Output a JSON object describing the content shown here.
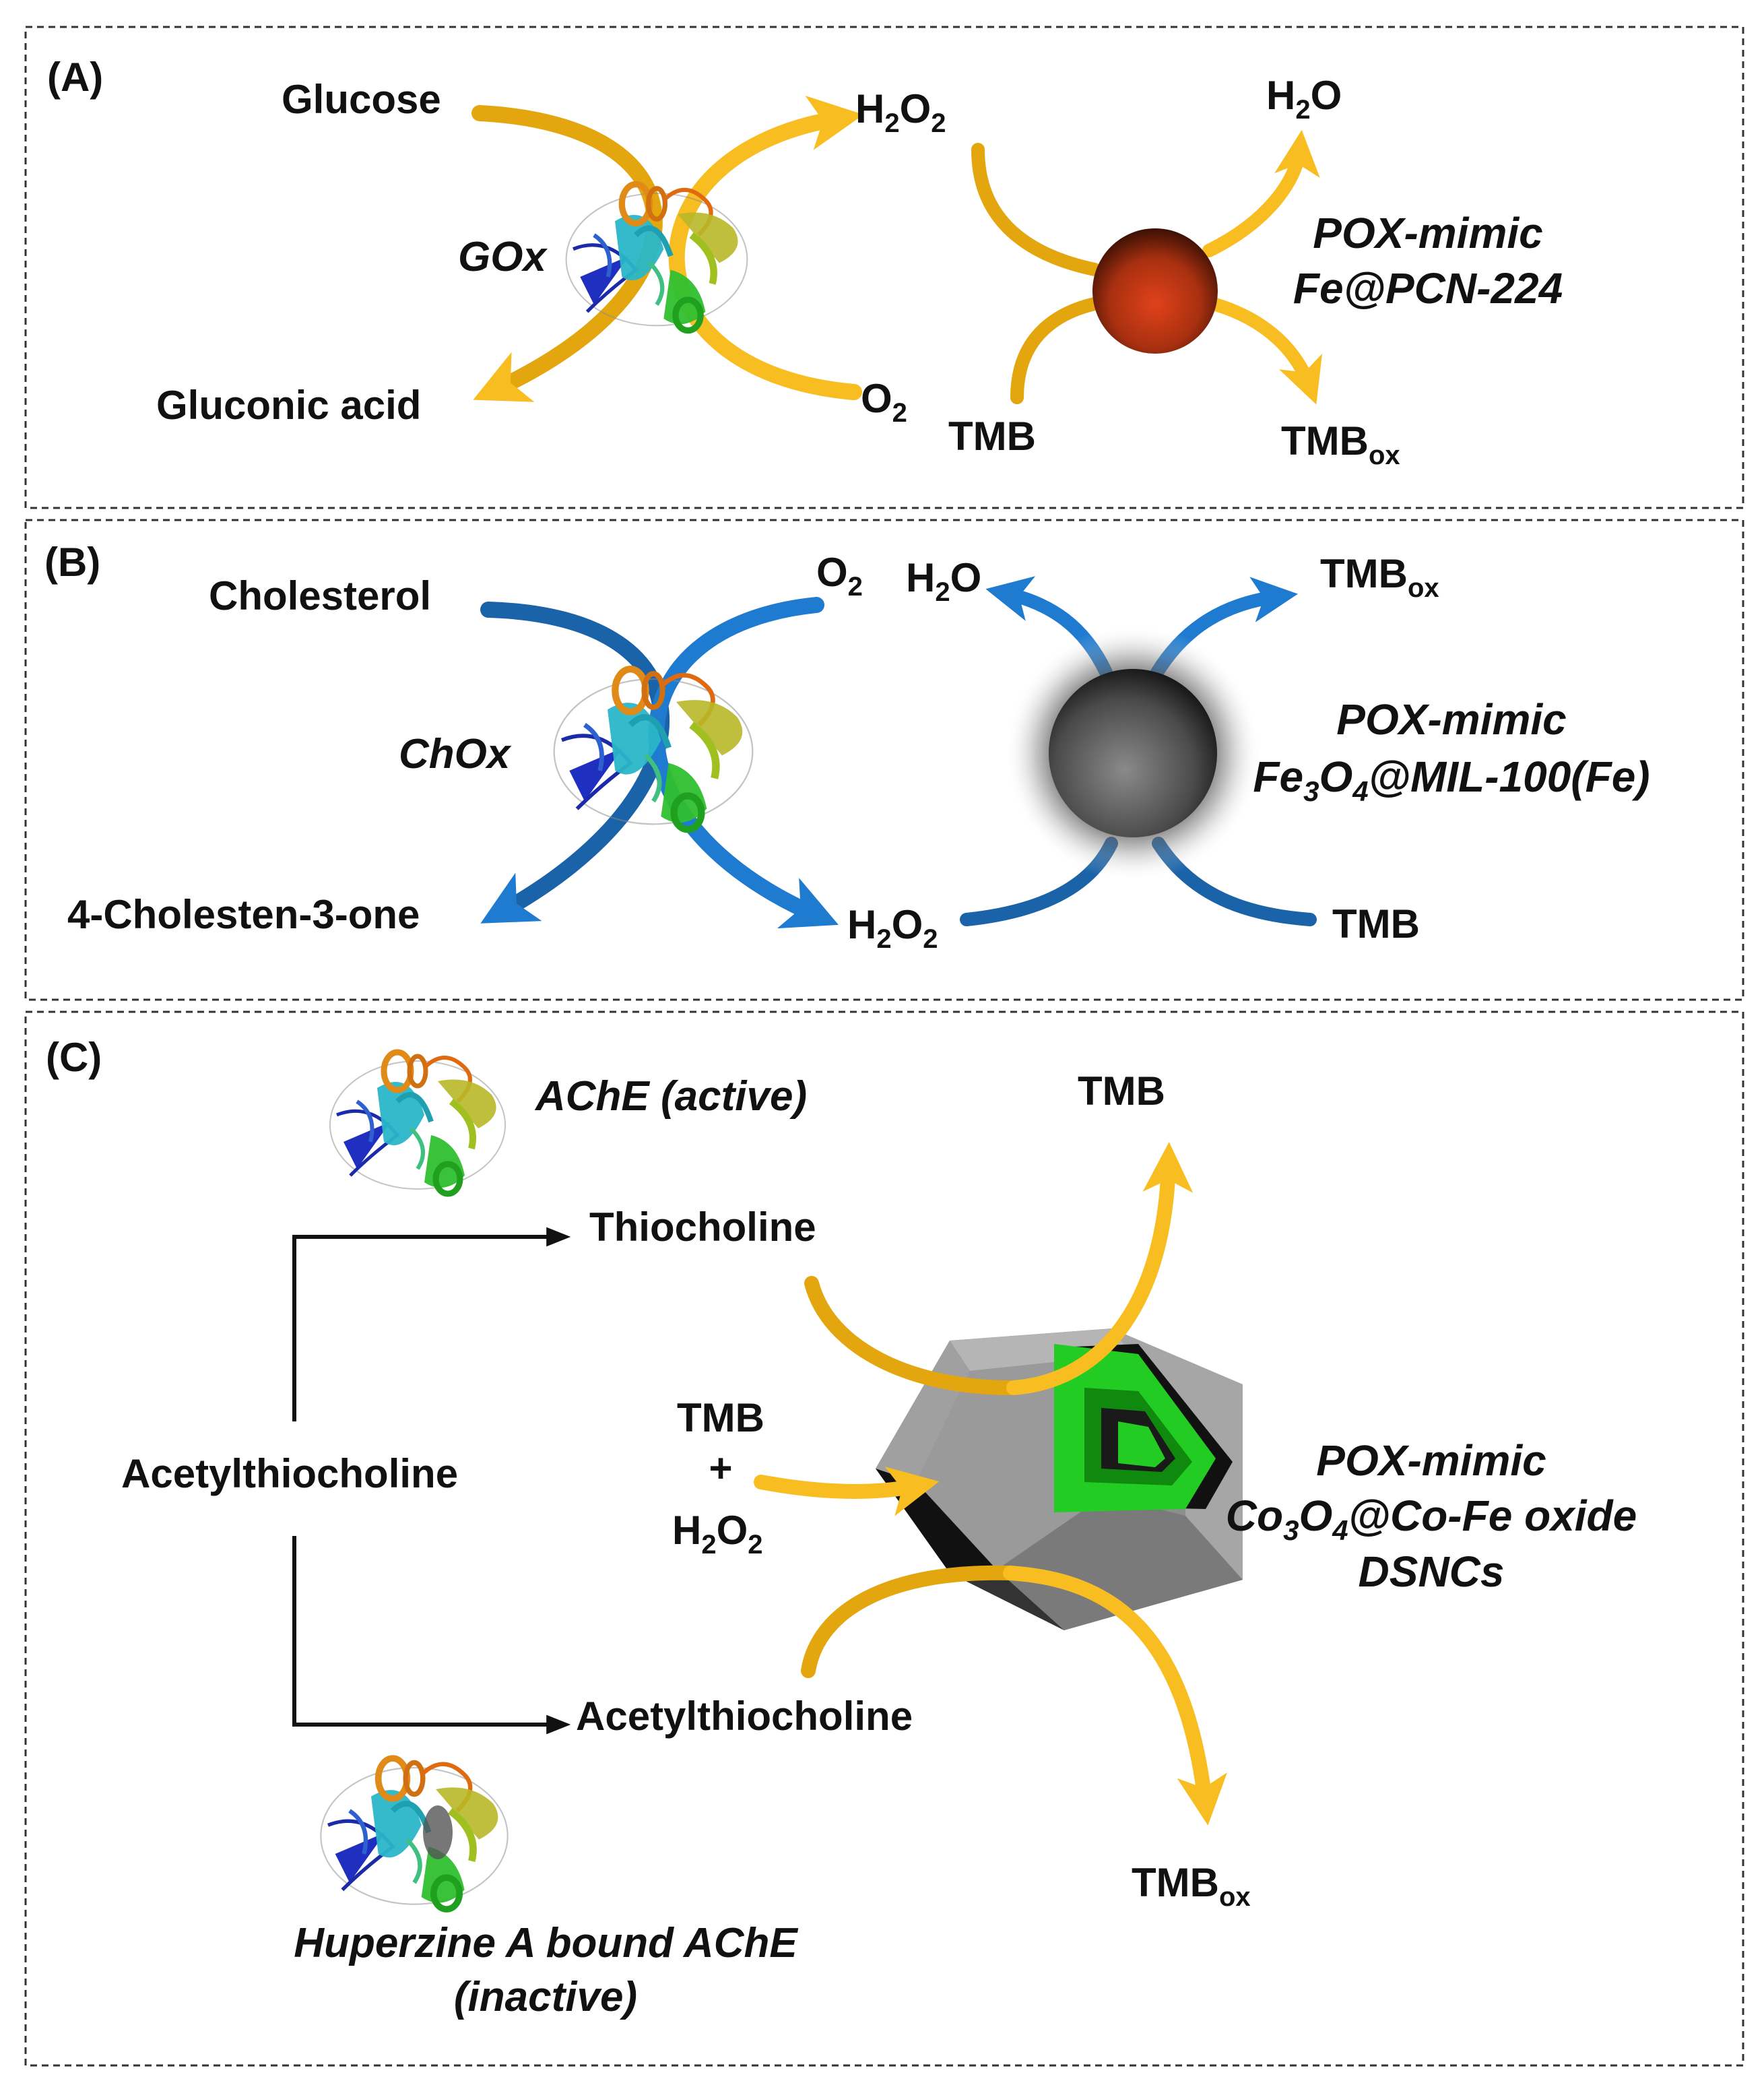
{
  "colors": {
    "gold": "#e3a60e",
    "gold_light": "#f8bd20",
    "blue": "#1a63a8",
    "blue_light": "#1f7bd0",
    "text": "#111111",
    "border": "#333333",
    "green": "#22cc22"
  },
  "panel_a": {
    "label": "(A)",
    "glucose": "Glucose",
    "gluconic_acid": "Gluconic acid",
    "enzyme": "GOx",
    "h2o2": {
      "main": "H",
      "sub1": "2",
      "mid": "O",
      "sub2": "2"
    },
    "o2": {
      "main": "O",
      "sub": "2"
    },
    "h2o": {
      "main": "H",
      "sub": "2",
      "end": "O"
    },
    "tmb": "TMB",
    "tmbox": {
      "main": "TMB",
      "sub": "ox"
    },
    "mimic_line1": "POX-mimic",
    "mimic_line2": "Fe@PCN-224"
  },
  "panel_b": {
    "label": "(B)",
    "cholesterol": "Cholesterol",
    "product": "4-Cholesten-3-one",
    "enzyme": "ChOx",
    "o2": {
      "main": "O",
      "sub": "2"
    },
    "h2o": {
      "main": "H",
      "sub": "2",
      "end": "O"
    },
    "h2o2": {
      "main": "H",
      "sub1": "2",
      "mid": "O",
      "sub2": "2"
    },
    "tmbox": {
      "main": "TMB",
      "sub": "ox"
    },
    "tmb": "TMB",
    "mimic_line1": "POX-mimic",
    "mimic_line2": {
      "a": "Fe",
      "s1": "3",
      "b": "O",
      "s2": "4",
      "c": "@MIL-100(Fe)"
    }
  },
  "panel_c": {
    "label": "(C)",
    "ache_active": "AChE (active)",
    "thiocholine": "Thiocholine",
    "substrate": "Acetylthiocholine",
    "product_inactive": "Acetylthiocholine",
    "tmb_top": "TMB",
    "tmb_h2o2": {
      "tmb": "TMB",
      "plus": "+",
      "h": "H",
      "s1": "2",
      "o": "O",
      "s2": "2"
    },
    "tmbox": {
      "main": "TMB",
      "sub": "ox"
    },
    "mimic_line1": "POX-mimic",
    "mimic_line2": {
      "a": "Co",
      "s1": "3",
      "b": "O",
      "s2": "4",
      "c": "@Co-Fe oxide"
    },
    "mimic_line3": "DSNCs",
    "inhibited_line1": "Huperzine A bound AChE",
    "inhibited_line2": "(inactive)"
  }
}
